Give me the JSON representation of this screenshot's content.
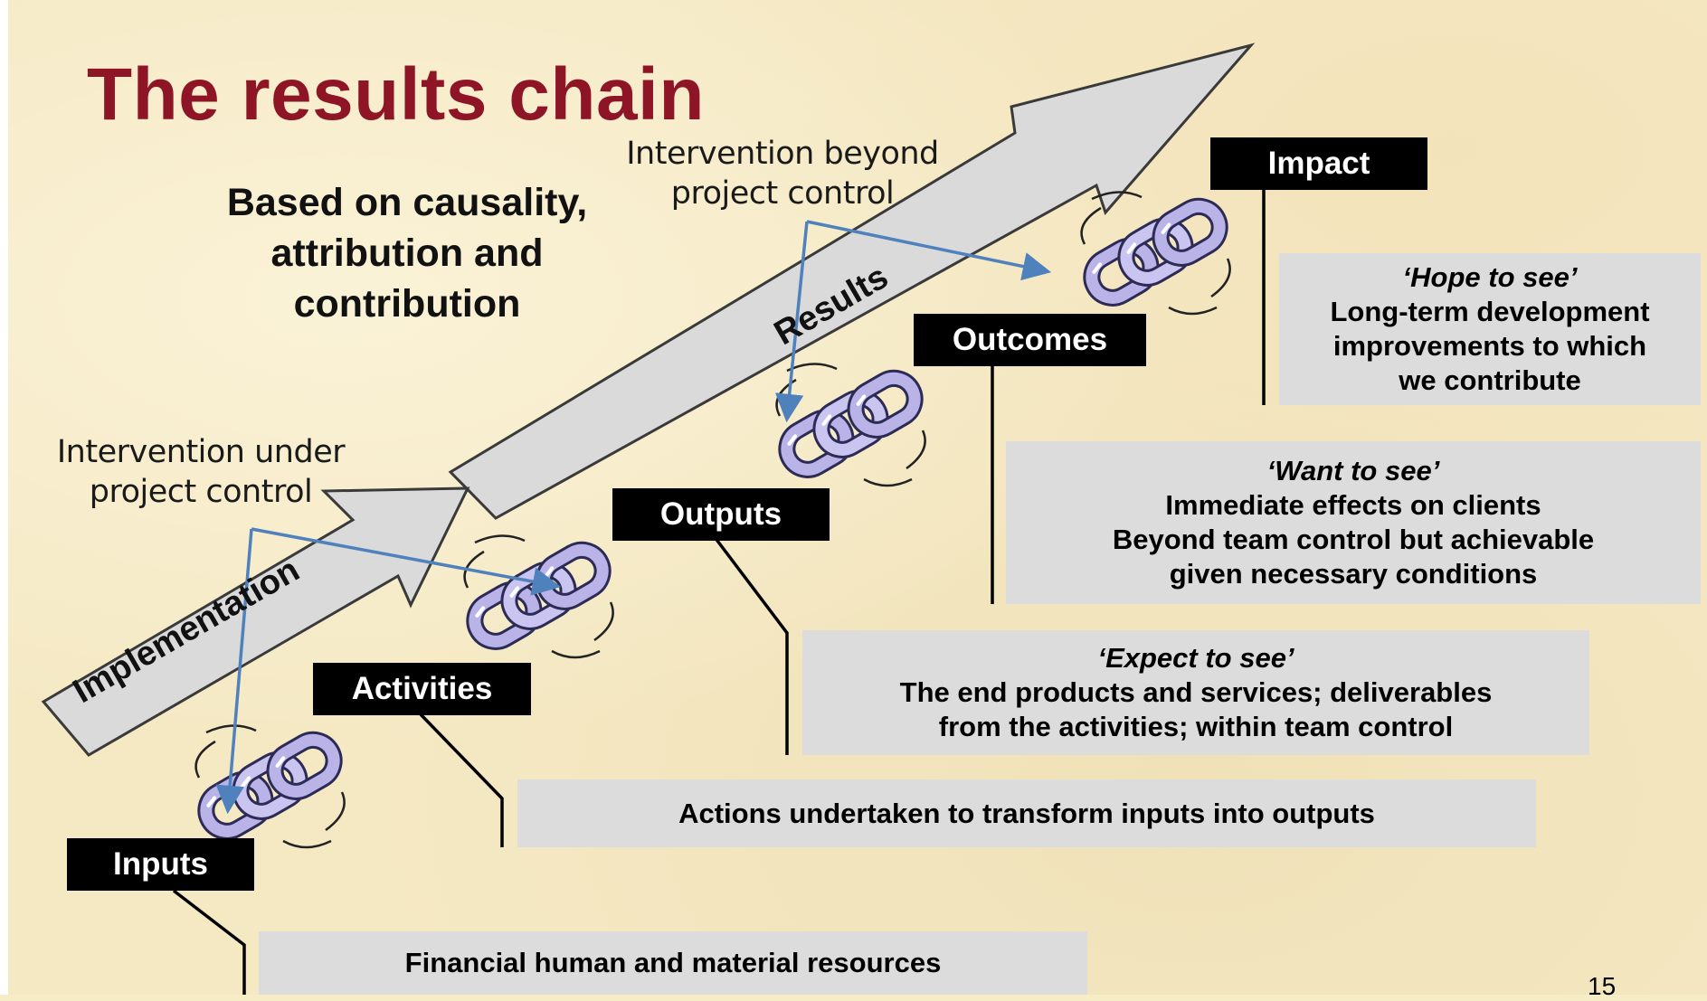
{
  "title": "The results chain",
  "subtitle": [
    "Based on causality,",
    "attribution and",
    "contribution"
  ],
  "notes": {
    "beyond": [
      "Intervention beyond",
      "project control"
    ],
    "under": [
      "Intervention under",
      "project control"
    ]
  },
  "arrows": {
    "implementation_label": "Implementation",
    "results_label": "Results"
  },
  "stages": {
    "inputs": "Inputs",
    "activities": "Activities",
    "outputs": "Outputs",
    "outcomes": "Outcomes",
    "impact": "Impact"
  },
  "descriptions": {
    "impact": {
      "tag": "‘Hope to see’",
      "lines": [
        "Long-term development",
        "improvements to which",
        "we contribute"
      ]
    },
    "outcomes": {
      "tag": "‘Want to see’",
      "lines": [
        "Immediate effects on clients",
        "Beyond team control but achievable",
        "given necessary conditions"
      ]
    },
    "outputs": {
      "tag": "‘Expect to see’",
      "lines": [
        "The end products and services;  deliverables",
        "from the activities; within team control"
      ]
    },
    "activities": {
      "lines": [
        "Actions undertaken to transform inputs into outputs"
      ]
    },
    "inputs": {
      "lines": [
        "Financial human and material  resources"
      ]
    }
  },
  "page_number": "15",
  "colors": {
    "title": "#8e1526",
    "stage_bg": "#000000",
    "desc_bg": "#dcdcdc",
    "pointer": "#4f81bd",
    "chain": "#b9b3e8"
  }
}
